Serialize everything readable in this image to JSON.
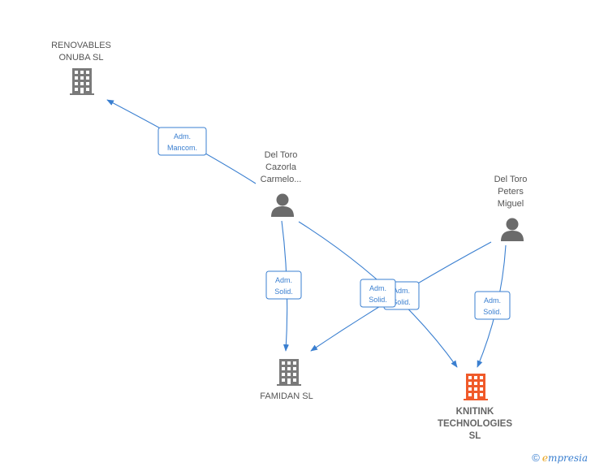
{
  "nodes": {
    "renovables": {
      "lines": [
        "RENOVABLES",
        "ONUBA SL"
      ],
      "type": "company",
      "color": "#7a7a7a"
    },
    "famidan": {
      "lines": [
        "FAMIDAN SL"
      ],
      "type": "company",
      "color": "#7a7a7a"
    },
    "knitink": {
      "lines": [
        "KNITINK",
        "TECHNOLOGIES",
        "SL"
      ],
      "type": "company",
      "color": "#f05a2a",
      "highlight": true
    },
    "cazorla": {
      "lines": [
        "Del Toro",
        "Cazorla",
        "Carmelo..."
      ],
      "type": "person",
      "color": "#6b6b6b"
    },
    "peters": {
      "lines": [
        "Del Toro",
        "Peters",
        "Miguel"
      ],
      "type": "person",
      "color": "#6b6b6b"
    }
  },
  "edges": [
    {
      "from": "cazorla",
      "to": "renovables",
      "label": [
        "Adm.",
        "Mancom."
      ]
    },
    {
      "from": "cazorla",
      "to": "famidan",
      "label": [
        "Adm.",
        "Solid."
      ]
    },
    {
      "from": "cazorla",
      "to": "knitink",
      "label": [
        "Adm.",
        "Solid."
      ]
    },
    {
      "from": "peters",
      "to": "famidan",
      "label": [
        "Adm.",
        "Solid."
      ]
    },
    {
      "from": "peters",
      "to": "knitink",
      "label": [
        "Adm.",
        "Solid."
      ]
    }
  ],
  "footer": {
    "copyright": "©",
    "brand_initial": "e",
    "brand_rest": "mpresia"
  },
  "colors": {
    "edge": "#3a7fd0",
    "company": "#7a7a7a",
    "highlight": "#f05a2a",
    "person": "#6b6b6b"
  }
}
